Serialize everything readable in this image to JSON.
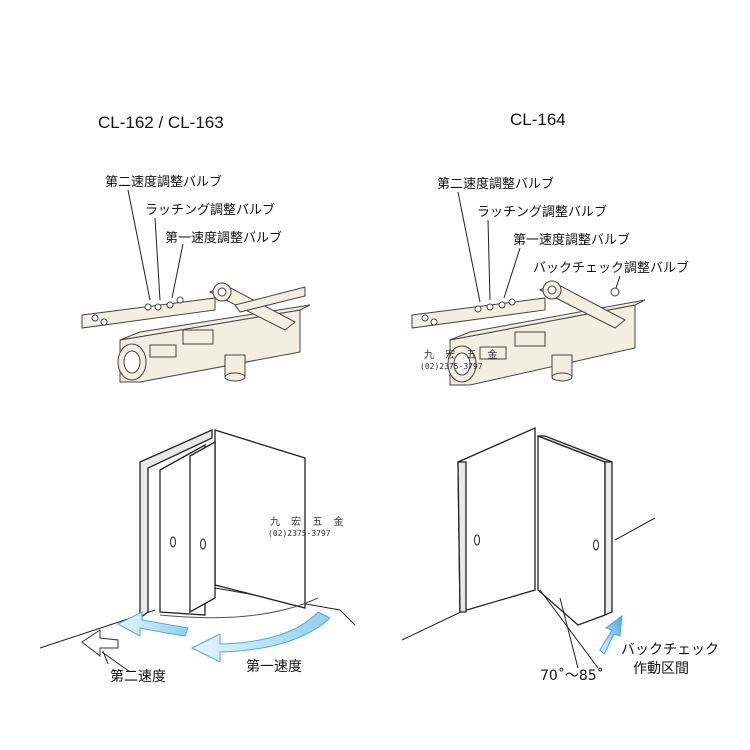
{
  "left_panel": {
    "title": "CL-162 / CL-163",
    "labels": {
      "second_speed_valve": "第二速度調整バルブ",
      "latching_valve": "ラッチング調整バルブ",
      "first_speed_valve": "第一速度調整バルブ"
    },
    "door_labels": {
      "second_speed": "第二速度",
      "first_speed": "第一速度"
    },
    "watermark": {
      "name": "九 宏 五 金",
      "phone": "(02)2375-3797"
    }
  },
  "right_panel": {
    "title": "CL-164",
    "labels": {
      "second_speed_valve": "第二速度調整バルブ",
      "latching_valve": "ラッチング調整バルブ",
      "first_speed_valve": "第一速度調整バルブ",
      "backcheck_valve": "バックチェック調整バルブ"
    },
    "door_labels": {
      "angle": "70˚〜85˚",
      "backcheck_line1": "バックチェック",
      "backcheck_line2": "作動区間"
    },
    "watermark": {
      "name": "九 宏 五 金",
      "phone": "(02)2375-3797"
    }
  },
  "colors": {
    "closer_body": "#f3eee2",
    "arrow_blue": "#8fd0f0",
    "line": "#222222"
  }
}
